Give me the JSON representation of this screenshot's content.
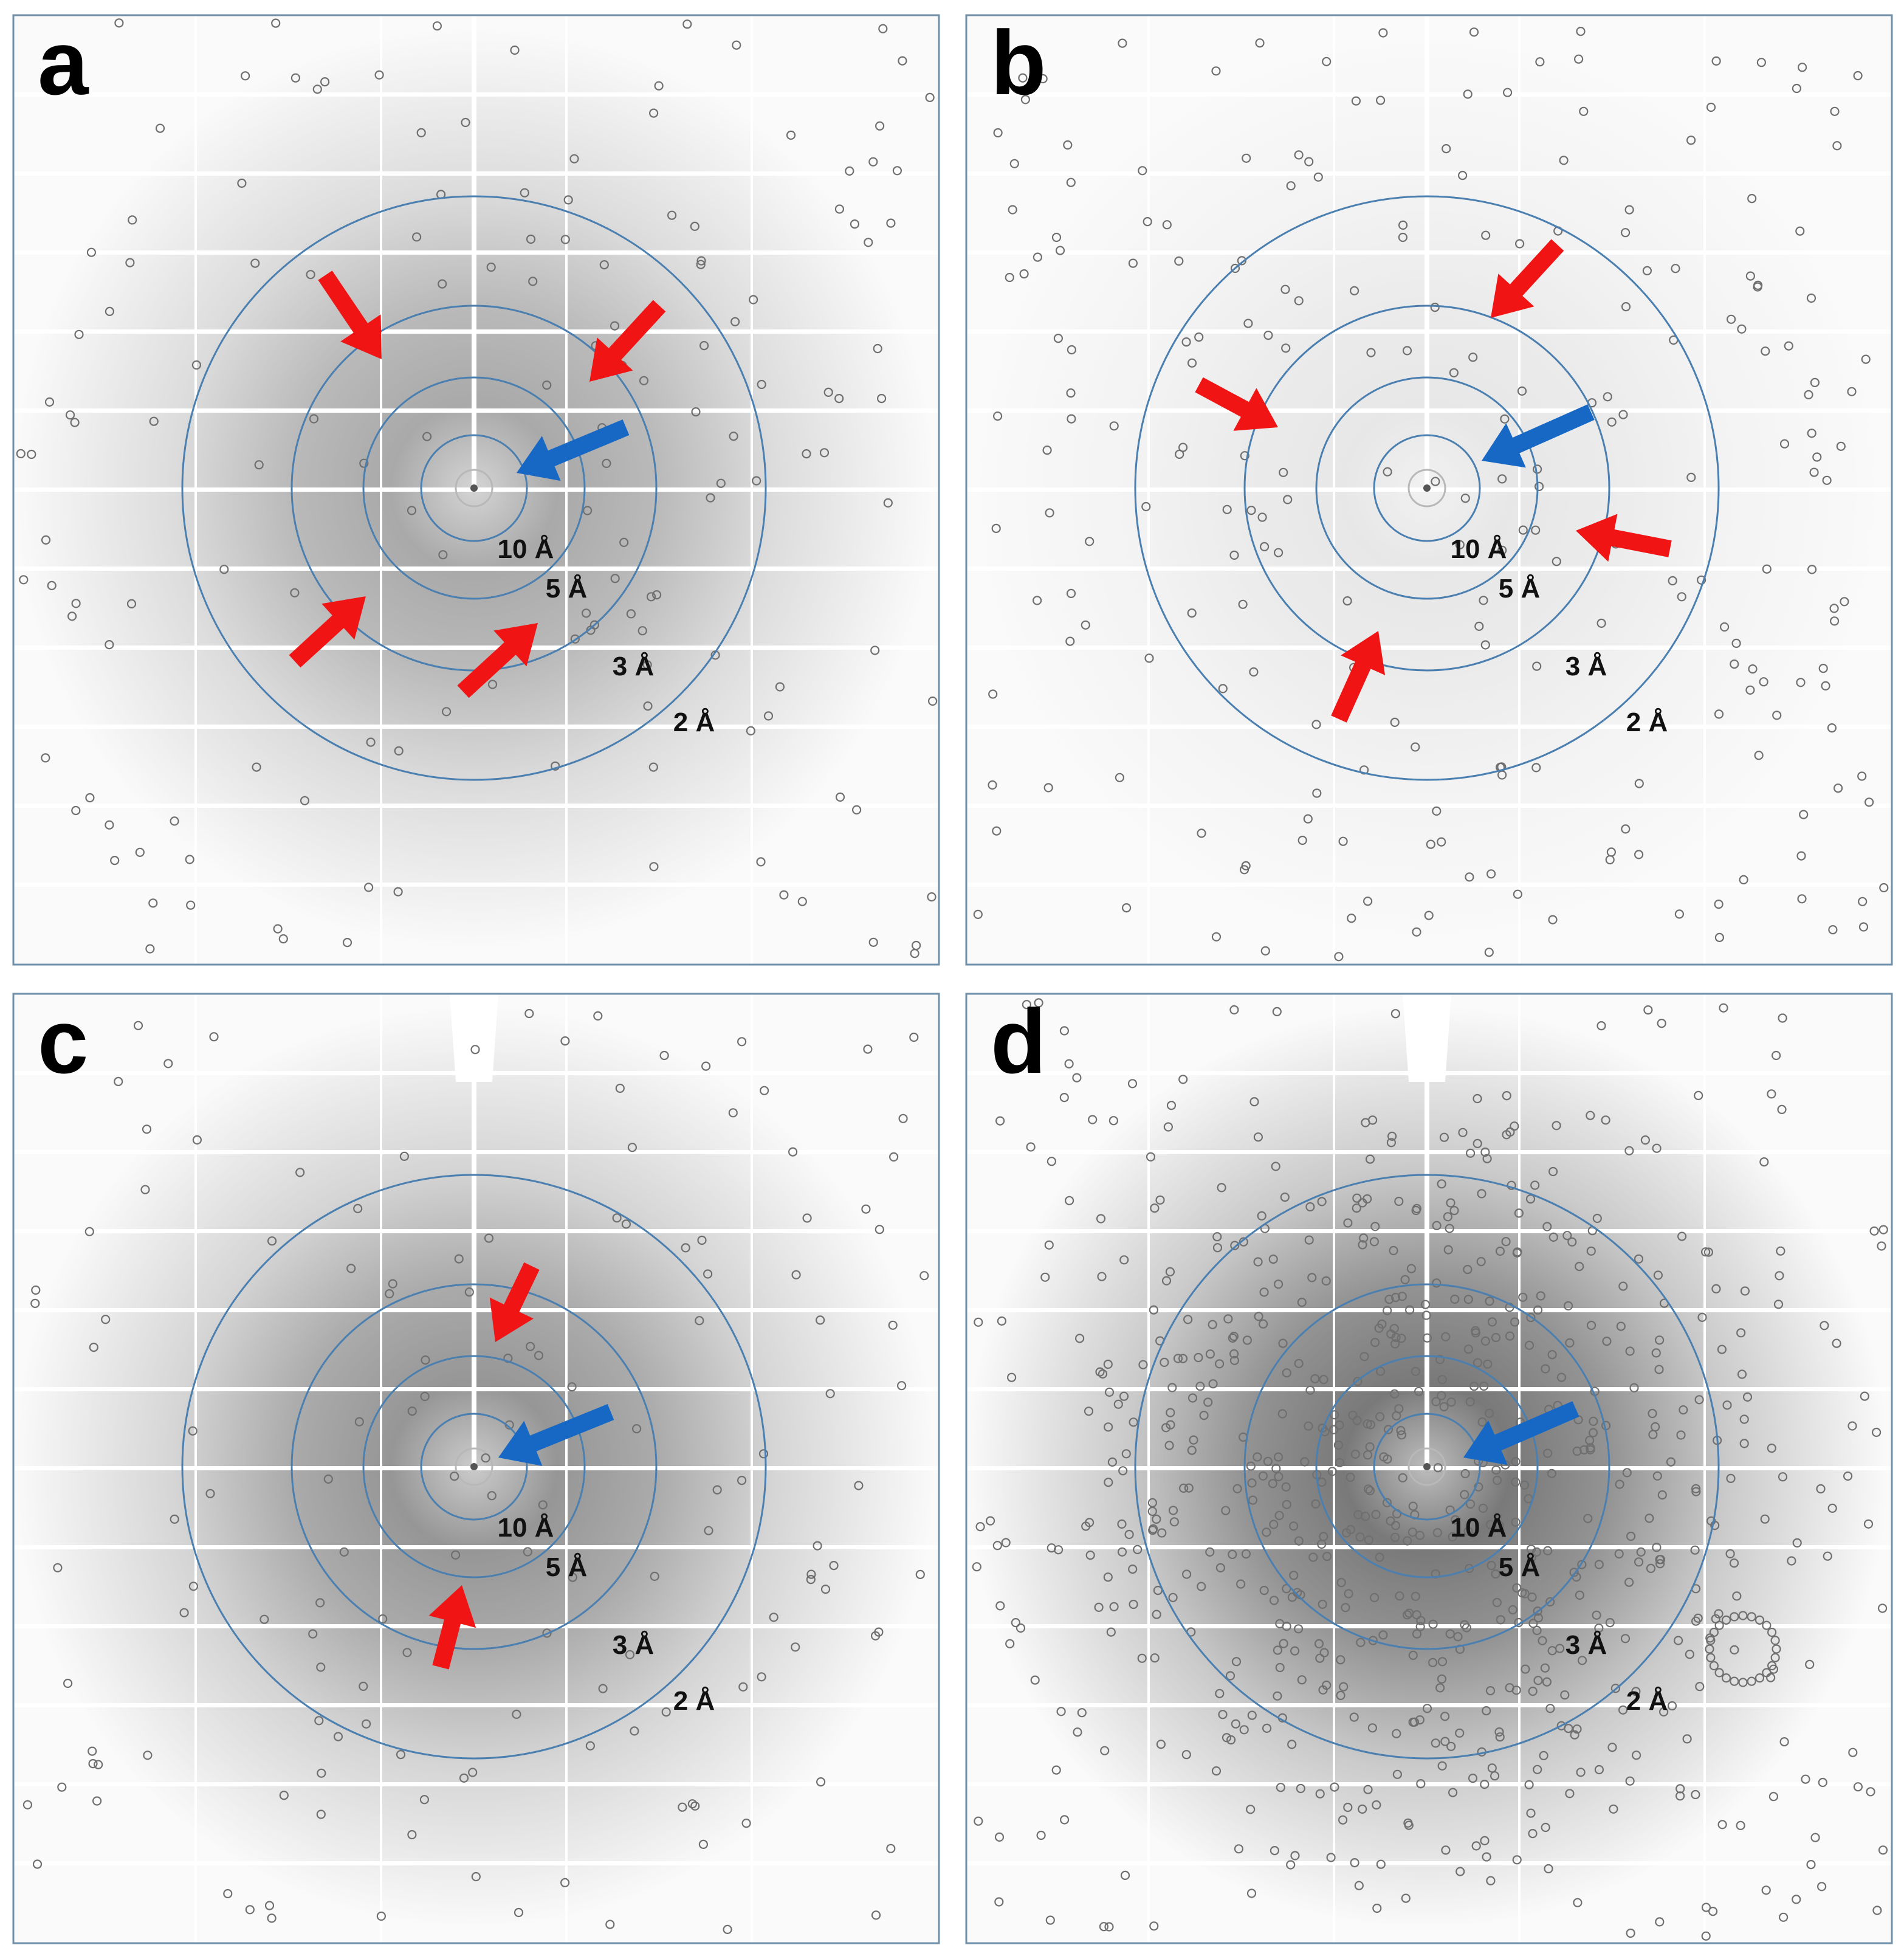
{
  "figure": {
    "ring_color": "#4a7fb0",
    "red_arrow_color": "#f01414",
    "blue_arrow_color": "#1668c4",
    "spot_color": "#6f6f6f",
    "background_color": "#fafafa",
    "gap_color": "#ffffff"
  },
  "panels": [
    {
      "label": "a",
      "ring_labels": [
        "10 Å",
        "5 Å",
        "3 Å",
        "2 Å"
      ],
      "haze_level": 0.5,
      "spot_count": 150,
      "beamstop": false,
      "red_arrows": 4,
      "blue_arrows": 1
    },
    {
      "label": "b",
      "ring_labels": [
        "10 Å",
        "5 Å",
        "3 Å",
        "2 Å"
      ],
      "haze_level": 0.12,
      "spot_count": 230,
      "beamstop": false,
      "red_arrows": 4,
      "blue_arrows": 1
    },
    {
      "label": "c",
      "ring_labels": [
        "10 Å",
        "5 Å",
        "3 Å",
        "2 Å"
      ],
      "haze_level": 0.62,
      "spot_count": 150,
      "beamstop": true,
      "red_arrows": 2,
      "blue_arrows": 1
    },
    {
      "label": "d",
      "ring_labels": [
        "10 Å",
        "5 Å",
        "3 Å",
        "2 Å"
      ],
      "haze_level": 0.8,
      "spot_count": 720,
      "beamstop": true,
      "red_arrows": 0,
      "blue_arrows": 1
    }
  ]
}
